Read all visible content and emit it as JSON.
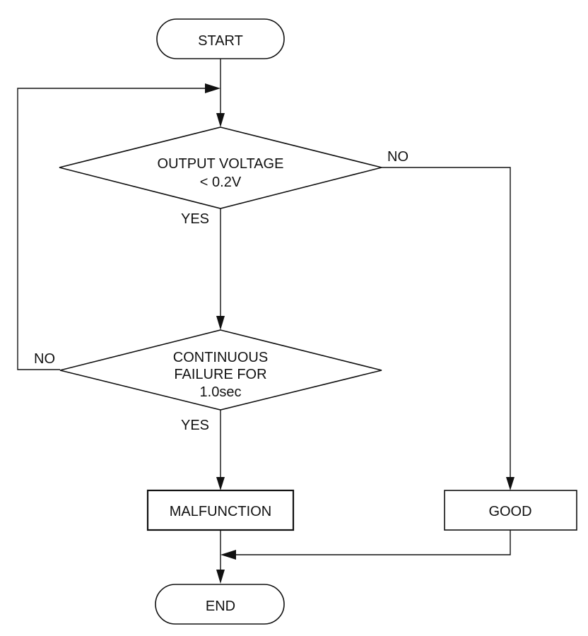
{
  "flowchart": {
    "start_label": "START",
    "end_label": "END",
    "decision1": {
      "line1": "OUTPUT VOLTAGE",
      "line2": "< 0.2V",
      "yes_label": "YES",
      "no_label": "NO"
    },
    "decision2": {
      "line1": "CONTINUOUS",
      "line2": "FAILURE FOR",
      "line3": "1.0sec",
      "yes_label": "YES",
      "no_label": "NO"
    },
    "malfunction_label": "MALFUNCTION",
    "good_label": "GOOD"
  }
}
